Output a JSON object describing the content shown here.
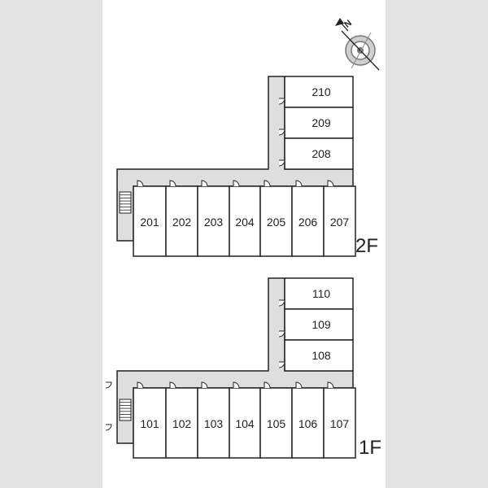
{
  "compass": {
    "north_label": "N",
    "icon": "compass-icon"
  },
  "colors": {
    "corridor": "#dedede",
    "wall": "#222222",
    "room_fill": "#ffffff",
    "sheet": "#ffffff",
    "background": "#e3e3e3"
  },
  "floors": [
    {
      "id": "2F",
      "label": "2F",
      "wing_rooms": [
        "210",
        "209",
        "208"
      ],
      "main_rooms": [
        "201",
        "202",
        "203",
        "204",
        "205",
        "206",
        "207"
      ]
    },
    {
      "id": "1F",
      "label": "1F",
      "wing_rooms": [
        "110",
        "109",
        "108"
      ],
      "main_rooms": [
        "101",
        "102",
        "103",
        "104",
        "105",
        "106",
        "107"
      ]
    }
  ]
}
